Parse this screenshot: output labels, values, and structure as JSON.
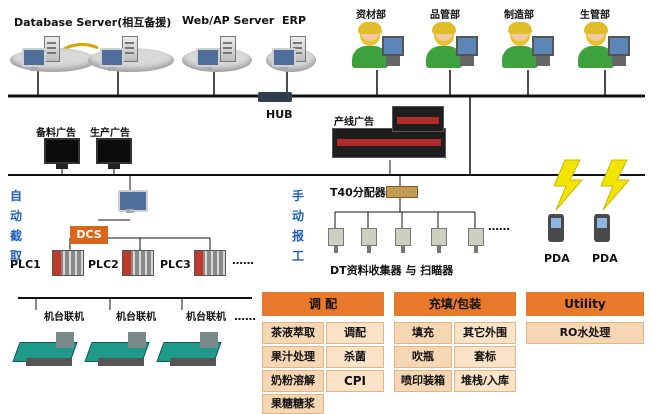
{
  "top": {
    "db_server": "Database Server(相互备援)",
    "web_server": "Web/AP Server",
    "erp": "ERP",
    "depts": [
      "资材部",
      "品管部",
      "制造部",
      "生管部"
    ],
    "hub": "HUB"
  },
  "displays": {
    "material_ad": "备料广告",
    "production_ad": "生产广告",
    "line_ad": "产线广告"
  },
  "auto_capture": [
    "自",
    "动",
    "截",
    "取"
  ],
  "manual_report": [
    "手",
    "动",
    "报",
    "工"
  ],
  "t40": "T40分配器",
  "dcs": "DCS",
  "plcs": [
    "PLC1",
    "PLC2",
    "PLC3"
  ],
  "ellipsis": "……",
  "machines": [
    "机台联机",
    "机台联机",
    "机台联机"
  ],
  "dt_label": "DT资料收集器 与 扫瞄器",
  "pda": [
    "PDA",
    "PDA"
  ],
  "groups": {
    "tiao_pei": {
      "title": "调    配",
      "items": [
        "茶液萃取",
        "调配",
        "果汁处理",
        "杀菌",
        "奶粉溶解",
        "CPI",
        "果糖糖浆"
      ]
    },
    "fill_pack": {
      "title": "充填/包装",
      "items": [
        "填充",
        "其它外围",
        "吹瓶",
        "套标",
        "喷印装箱",
        "堆栈/入库"
      ]
    },
    "utility": {
      "title": "Utility",
      "items": [
        "RO水处理"
      ]
    }
  },
  "colors": {
    "header": "#e8782a",
    "cell": "#f6d7b3",
    "blue_text": "#1f5fbf"
  }
}
